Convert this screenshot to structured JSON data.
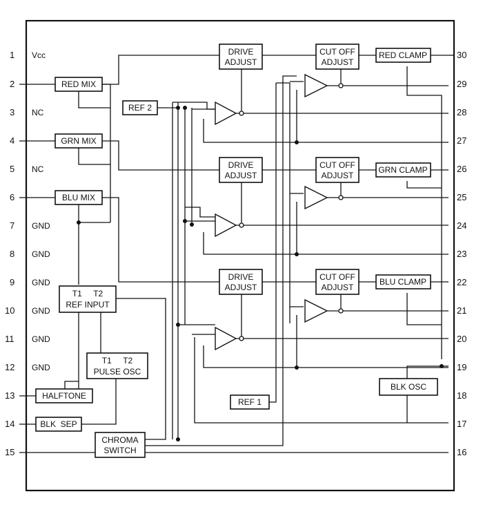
{
  "left_pins": [
    {
      "num": "1",
      "name": "Vcc"
    },
    {
      "num": "2",
      "name": ""
    },
    {
      "num": "3",
      "name": "NC"
    },
    {
      "num": "4",
      "name": ""
    },
    {
      "num": "5",
      "name": "NC"
    },
    {
      "num": "6",
      "name": ""
    },
    {
      "num": "7",
      "name": "GND"
    },
    {
      "num": "8",
      "name": "GND"
    },
    {
      "num": "9",
      "name": "GND"
    },
    {
      "num": "10",
      "name": "GND"
    },
    {
      "num": "11",
      "name": "GND"
    },
    {
      "num": "12",
      "name": "GND"
    },
    {
      "num": "13",
      "name": ""
    },
    {
      "num": "14",
      "name": ""
    },
    {
      "num": "15",
      "name": ""
    }
  ],
  "right_pins": [
    "30",
    "29",
    "28",
    "27",
    "26",
    "25",
    "24",
    "23",
    "22",
    "21",
    "20",
    "19",
    "18",
    "17",
    "16"
  ],
  "blocks": {
    "red_mix": "RED MIX",
    "grn_mix": "GRN MIX",
    "blu_mix": "BLU MIX",
    "ref2": "REF  2",
    "ref1": "REF  1",
    "drive_adjust": [
      "DRIVE",
      "ADJUST"
    ],
    "cut_off_adjust": [
      "CUT OFF",
      "ADJUST"
    ],
    "red_clamp": "RED CLAMP",
    "grn_clamp": "GRN CLAMP",
    "blu_clamp": "BLU CLAMP",
    "ref_input": [
      "T1     T2",
      "REF INPUT"
    ],
    "pulse_osc": [
      "T1     T2",
      "PULSE OSC"
    ],
    "halftone": "HALFTONE",
    "blk_sep": "BLK  SEP",
    "chroma_switch": [
      "CHROMA",
      "SWITCH"
    ],
    "blk_osc": "BLK OSC"
  }
}
